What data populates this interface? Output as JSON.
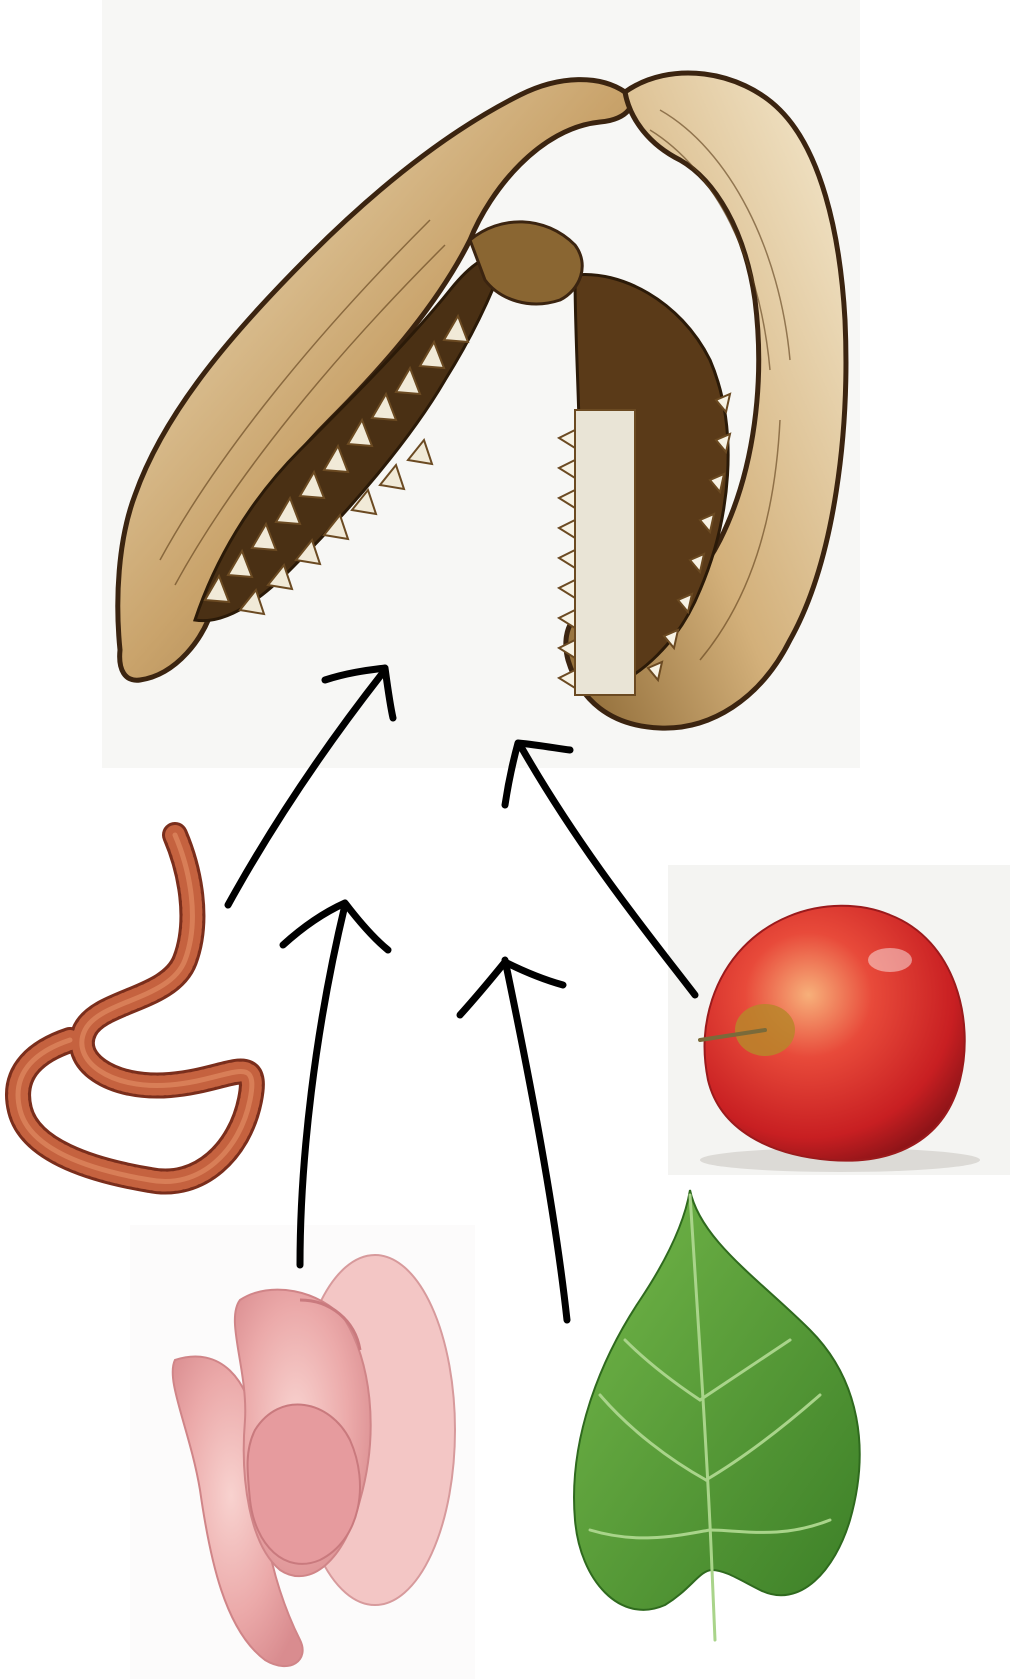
{
  "diagram": {
    "type": "food-to-mouth illustration",
    "center": "shark-jaw-engraving",
    "items": [
      {
        "id": "worm",
        "icon": "earthworm"
      },
      {
        "id": "ham",
        "icon": "sliced-ham"
      },
      {
        "id": "leaf",
        "icon": "green-leaf"
      },
      {
        "id": "apple",
        "icon": "red-apple"
      }
    ],
    "arrow_count": 4,
    "colors": {
      "arrow": "#000000",
      "jaw_bone": "#c9a36b",
      "jaw_dark": "#4a3014",
      "teeth": "#f1ead8",
      "worm": "#b9563a",
      "apple": "#d8302c",
      "leaf": "#4f9a34",
      "ham": "#efb3b4"
    }
  }
}
